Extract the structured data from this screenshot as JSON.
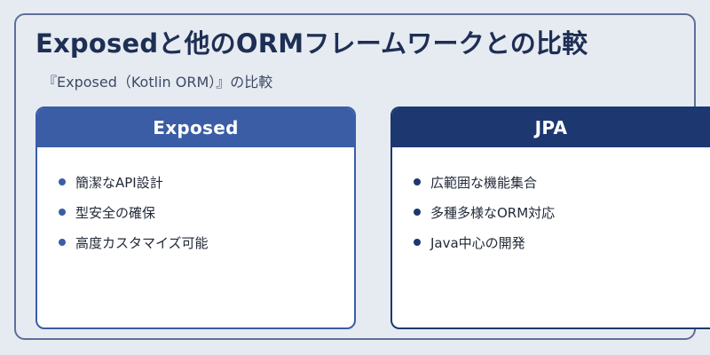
{
  "slide": {
    "title": "Exposedと他のORMフレームワークとの比較",
    "subtitle": "『Exposed（Kotlin ORM）』の比較"
  },
  "cards": [
    {
      "header": "Exposed",
      "items": [
        "簡潔なAPI設計",
        "型安全の確保",
        "高度カスタマイズ可能"
      ]
    },
    {
      "header": "JPA",
      "items": [
        "広範囲な機能集合",
        "多種多様なORM対応",
        "Java中心の開発"
      ]
    }
  ],
  "colors": {
    "background": "#e6ebf1",
    "title": "#1e2f55",
    "exposed_accent": "#3a5da6",
    "jpa_accent": "#1d3870"
  }
}
